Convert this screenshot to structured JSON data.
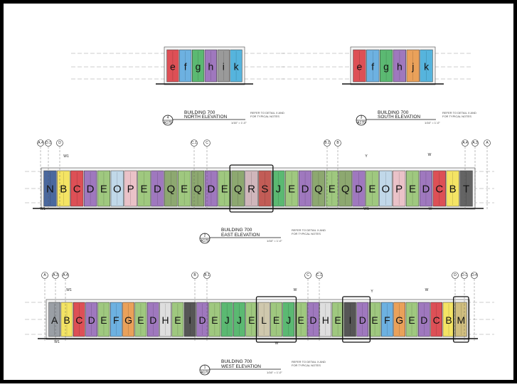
{
  "colors": {
    "A": "#8a8f96",
    "B": "#f3e04a",
    "C": "#d8323a",
    "D": "#8f62b4",
    "E": "#8fc06a",
    "F": "#55a4dd",
    "G": "#e8923e",
    "H": "#d9d9d9",
    "I": "#3a3a3a",
    "J": "#3fae5a",
    "L": "#c8c0a0",
    "M": "#c9b46a",
    "N": "#2c4f8e",
    "O": "#b7d2e6",
    "P": "#e7b9c0",
    "Q": "#7a9a58",
    "R": "#c9aab0",
    "S": "#b8413a",
    "T": "#4a4a4a",
    "e": "#d8323a",
    "f": "#55a4dd",
    "g": "#3fae5a",
    "h": "#8f62b4",
    "i": "#8a8a8a",
    "j": "#e8923e",
    "k": "#3aa8d8"
  },
  "north": {
    "title": "BUILDING 700",
    "subtitle": "NORTH ELEVATION",
    "number": "4",
    "sheet": "A170",
    "note1": "REFER TO DETAIL X AND",
    "note2": "FOR TYPICAL NOTES",
    "scale": "1/16\" = 1'-0\"",
    "segments": [
      "e",
      "f",
      "g",
      "h",
      "i",
      "k"
    ]
  },
  "south": {
    "title": "BUILDING 700",
    "subtitle": "SOUTH ELEVATION",
    "number": "3",
    "sheet": "A170",
    "note1": "REFER TO DETAIL X AND",
    "note2": "FOR TYPICAL NOTES",
    "scale": "1/16\" = 1'-0\"",
    "segments": [
      "e",
      "f",
      "g",
      "h",
      "j",
      "k"
    ]
  },
  "east": {
    "title": "BUILDING 700",
    "subtitle": "EAST ELEVATION",
    "number": "2",
    "sheet": "A170",
    "note1": "REFER TO DETAIL X AND",
    "note2": "FOR TYPICAL NOTES",
    "scale": "1/16\" = 1'-0\"",
    "segments": [
      "N",
      "B",
      "C",
      "D",
      "E",
      "O",
      "P",
      "E",
      "D",
      "Q",
      "E",
      "Q",
      "D",
      "E",
      "Q",
      "R",
      "S",
      "J",
      "E",
      "D",
      "Q",
      "E",
      "Q",
      "D",
      "E",
      "O",
      "P",
      "E",
      "D",
      "C",
      "B",
      "T"
    ],
    "grid_labels": [
      "A.4",
      "D.1",
      "D",
      "C.1",
      "C",
      "B.1",
      "B",
      "A.4",
      "A.3",
      "A"
    ],
    "w_labels": [
      "W1",
      "W1",
      "Y",
      "W",
      "W1",
      "W"
    ]
  },
  "west": {
    "title": "BUILDING 700",
    "subtitle": "WEST ELEVATION",
    "number": "1",
    "sheet": "A170",
    "note1": "REFER TO DETAIL X AND",
    "note2": "FOR TYPICAL NOTES",
    "scale": "1/16\" = 1'-0\"",
    "segments": [
      "A",
      "B",
      "C",
      "D",
      "E",
      "F",
      "G",
      "E",
      "D",
      "H",
      "E",
      "I",
      "D",
      "E",
      "J",
      "J",
      "E",
      "L",
      "E",
      "J",
      "E",
      "D",
      "H",
      "E",
      "I",
      "D",
      "E",
      "F",
      "G",
      "E",
      "D",
      "C",
      "B",
      "M"
    ],
    "grid_labels": [
      "A",
      "A.3",
      "A.4",
      "B",
      "B.1",
      "C",
      "C.1",
      "D",
      "D.1",
      "D.4"
    ],
    "w_labels": [
      "W1",
      "W1",
      "W",
      "W",
      "Y",
      "W"
    ]
  }
}
